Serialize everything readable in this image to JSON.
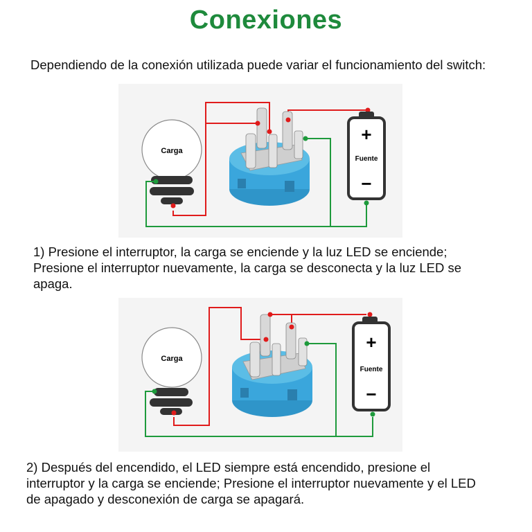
{
  "title": "Conexiones",
  "intro": "Dependiendo de la conexión utilizada puede variar el funcionamiento del switch:",
  "diagram1": {
    "load_label": "Carga",
    "source_label": "Fuente",
    "plus": "+",
    "minus": "−"
  },
  "paragraph1": {
    "line1": "1) Presione el interruptor, la carga se enciende y la luz LED se enciende;",
    "line2": "Presione el interruptor nuevamente, la carga se desconecta y la luz LED se",
    "line3": "apaga."
  },
  "diagram2": {
    "load_label": "Carga",
    "source_label": "Fuente",
    "plus": "+",
    "minus": "−"
  },
  "paragraph2": {
    "line1": "2) Después del encendido, el LED siempre está encendido, presione el",
    "line2": "interruptor y la carga se enciende; Presione el interruptor nuevamente y el LED",
    "line3": "de apagado y desconexión de carga se apagará."
  },
  "colors": {
    "title": "#1e8a3c",
    "positive_wire": "#e01b1b",
    "negative_wire": "#1e9a3c",
    "switch_body": "#3aa6dc"
  }
}
